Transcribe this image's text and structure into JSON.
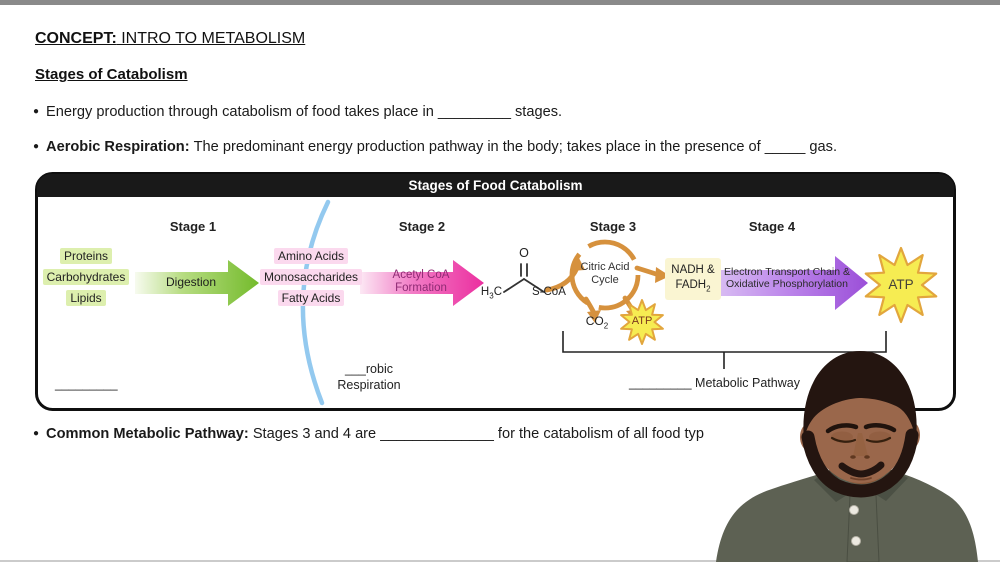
{
  "header": {
    "concept_label": "CONCEPT:",
    "concept_title": " INTRO TO METABOLISM",
    "section_title": "Stages of Catabolism"
  },
  "bullets": {
    "b1": {
      "marker": "●",
      "pre": "Energy production through catabolism of food takes place in ",
      "blank": "_________",
      "post": " stages."
    },
    "b2": {
      "marker": "●",
      "bold": "Aerobic Respiration: ",
      "pre": "The predominant energy production pathway in the body; takes place in the presence of ",
      "blank": "_____",
      "post": " gas."
    },
    "b3": {
      "marker": "●",
      "bold": "Common Metabolic Pathway: ",
      "pre": "Stages 3 and 4 are ",
      "blank": "______________",
      "post": " for the catabolism of all food typ"
    }
  },
  "diagram": {
    "title": "Stages of Food Catabolism",
    "stage_labels": [
      "Stage 1",
      "Stage 2",
      "Stage 3",
      "Stage 4"
    ],
    "stage1": {
      "inputs": [
        "Proteins",
        "Carbohydrates",
        "Lipids"
      ],
      "arrow_label": "Digestion",
      "products": [
        "Amino Acids",
        "Monosaccharides",
        "Fatty Acids"
      ]
    },
    "stage2": {
      "arrow_label_line1": "Acetyl CoA",
      "arrow_label_line2": "Formation",
      "molecule": {
        "oxygen": "O",
        "methyl_base": "H",
        "methyl_sub": "3",
        "methyl_tail": "C",
        "thioester": "S-CoA"
      }
    },
    "stage3": {
      "cycle_line1": "Citric Acid",
      "cycle_line2": "Cycle",
      "cofactors_line1": "NADH &",
      "cofactors_base": "FADH",
      "cofactors_sub": "2",
      "co2_base": "CO",
      "co2_sub": "2",
      "atp": "ATP"
    },
    "stage4": {
      "arrow_label_line1": "Electron Transport Chain &",
      "arrow_label_line2": "Oxidative Phosphorylation",
      "atp": "ATP"
    },
    "annotations": {
      "left_blank": "_________",
      "aerobic_blank": "___",
      "aerobic_word": "robic",
      "aerobic_line2": "Respiration",
      "pathway_blank": "_________",
      "pathway_label": " Metabolic Pathway"
    }
  },
  "colors": {
    "top_strip": "#8a8a8a",
    "header_bar": "#191919",
    "green_chip": "#ddefae",
    "pink_chip": "#fbd9ee",
    "green_arrow": "#74bb2c",
    "pink_arrow": "#eb2f9f",
    "pink_arrow_text": "#8f2b74",
    "purple_arrow": "#9b4fd8",
    "cycle_orange": "#d6913d",
    "cofactor_bg": "#faf5d2",
    "star_yellow": "#f6ec52",
    "star_stroke": "#e2a63d",
    "atp_text_small": "#7c3a1e",
    "atp_text_large": "#454138",
    "skin": "#9a674b",
    "hair": "#241510",
    "shirt": "#5d6153"
  }
}
